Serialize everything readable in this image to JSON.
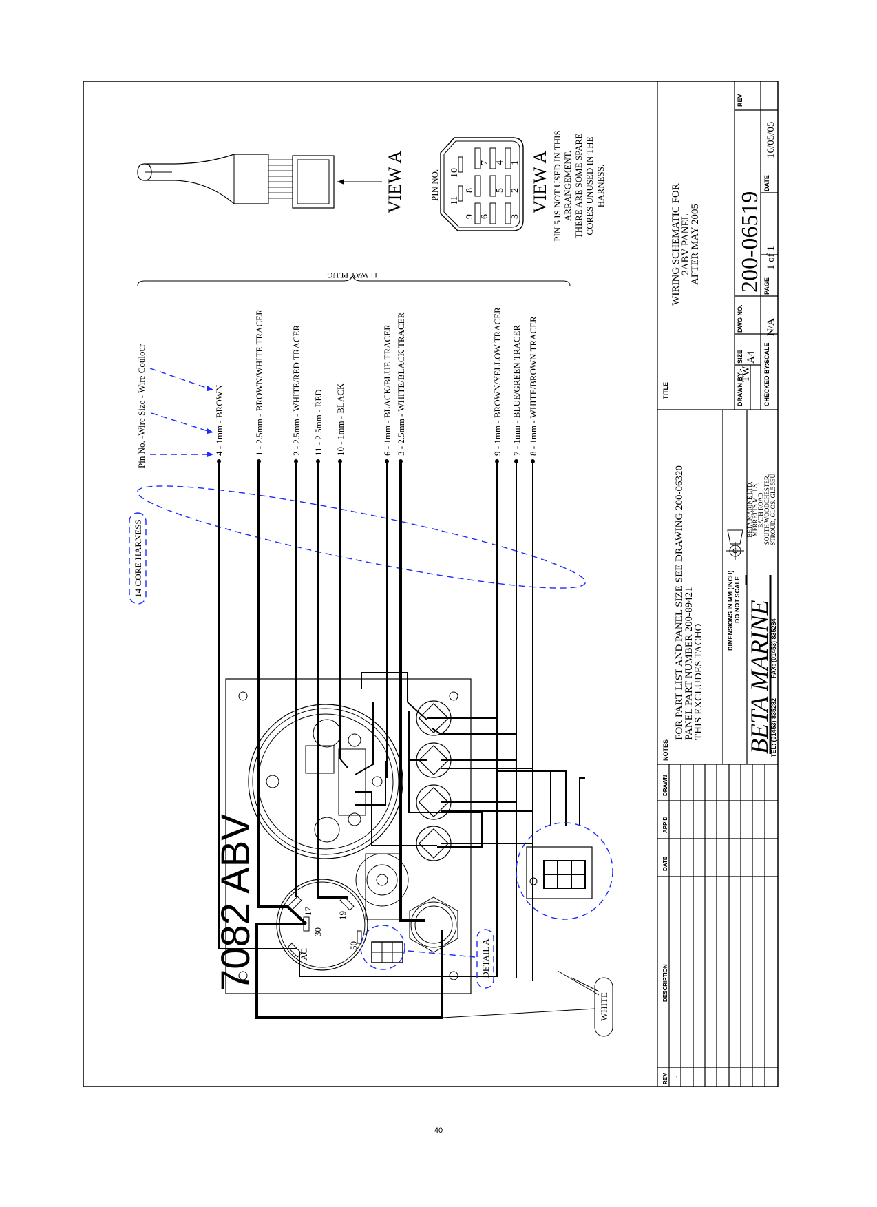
{
  "page_number": "40",
  "colors": {
    "ink": "#000000",
    "annotation": "#1a2cff"
  },
  "harness": {
    "legend_header": "Pin No. -Wire Size - Wire Coulour",
    "plug_label": "11 WAY PLUG",
    "core_label": "14 CORE HARNESS",
    "wires": [
      "4 - 1mm - BROWN",
      "1 - 2.5mm - BROWN/WHITE TRACER",
      "2 - 2.5mm - WHITE/RED TRACER",
      "11 - 2.5mm - RED",
      "10 - 1mm - BLACK",
      "6 - 1mm - BLACK/BLUE TRACER",
      "3 - 2.5mm - WHITE/BLACK TRACER",
      "9 - 1mm - BROWN/YELLOW TRACER",
      "7 - 1mm - BLUE/GREEN TRACER",
      "8 - 1mm - WHITE/BROWN TRACER"
    ]
  },
  "view_a": {
    "label": "VIEW A",
    "pin_header": "PIN NO.",
    "pins": [
      "1",
      "2",
      "3",
      "4",
      "5",
      "6",
      "7",
      "8",
      "9",
      "10",
      "11"
    ],
    "note": [
      "PIN 5 IS NOT USED IN THIS",
      "ARRANGEMENT.",
      "THERE ARE SOME SPARE",
      "CORES UNUSED IN THE",
      "HARNESS."
    ]
  },
  "panel": {
    "label": "7082 ABV",
    "switch_terminals": [
      "17",
      "30",
      "19",
      "50",
      "AC"
    ],
    "detail_label": "DETAIL A",
    "white_label": "WHITE"
  },
  "title_block": {
    "title_header": "TITLE",
    "title": [
      "WIRING SCHEMATIC FOR",
      "2ABV PANEL",
      "AFTER MAY 2005"
    ],
    "notes_header": "NOTES",
    "notes": [
      "FOR PART LIST AND PANEL SIZE SEE DRAWING 200-06320",
      "PANEL PART NUMBER 200-89421",
      "THIS EXCLUDES TACHO"
    ],
    "drawn_by_label": "DRAWN BY:-",
    "drawn_by": "TW",
    "checked_by_label": "CHECKED BY:-",
    "size_label": "SIZE",
    "size": "A4",
    "dwg_no_label": "DWG NO.",
    "dwg_no": "200-06519",
    "rev_label": "REV",
    "scale_label": "SCALE",
    "scale": "N/A",
    "page_label": "PAGE",
    "page": "1 of 1",
    "date_label": "DATE",
    "date": "16/05/05",
    "dimensions": [
      "DIMENSIONS IN MM (INCH)",
      "DO NOT SCALE"
    ],
    "company_logo": "BETA MARINE",
    "tel": "TEL: (01453) 835282",
    "fax": "FAX: (01453) 835284",
    "address": [
      "BETA MARINE LTD,",
      "MERRETTS MILLS,",
      "BATH ROAD,",
      "SOUTH WOODCHESTER,",
      "STROUD, GLOS. GL5 5EU"
    ],
    "revision_table": {
      "headers": [
        "REV",
        "DESCRIPTION",
        "DATE",
        "APP'D",
        "DRAWN"
      ],
      "rows": [
        [
          "."
        ]
      ]
    }
  }
}
